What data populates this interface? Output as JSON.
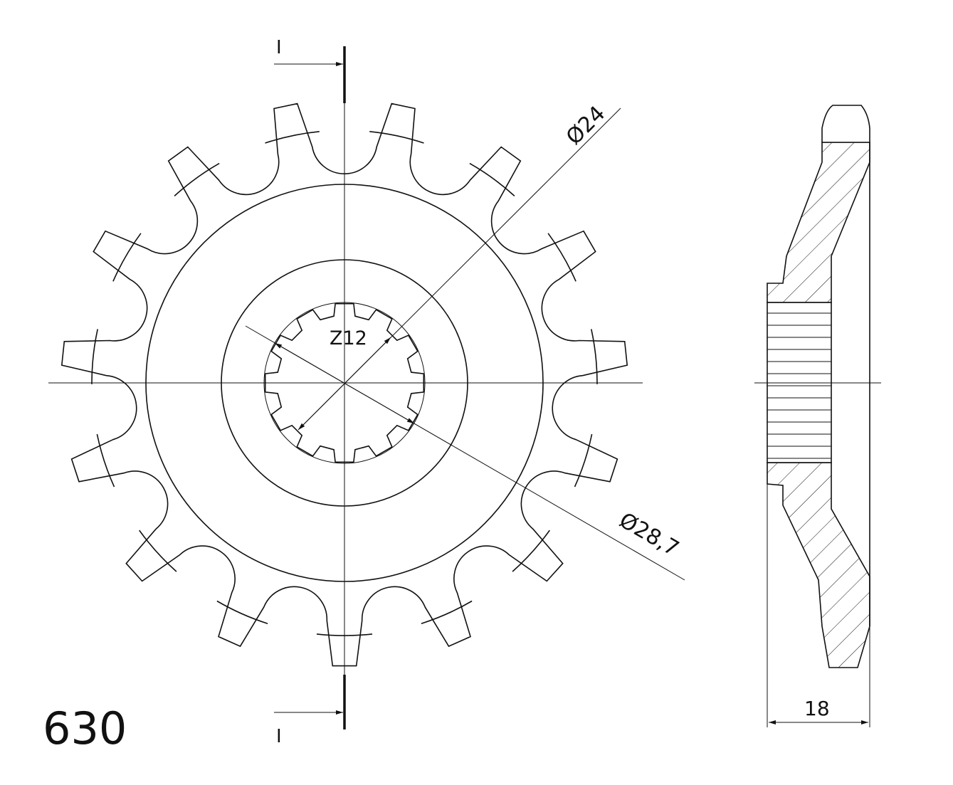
{
  "drawing": {
    "pitch_label": "630",
    "section_marker": "I",
    "sprocket_teeth": 15,
    "spline_label": "Z12",
    "spline_teeth": 12,
    "dim_inner_diameter": "Ø24",
    "dim_outer_spline_diameter": "Ø28,7",
    "dim_thickness": "18",
    "line_color": "#111111"
  }
}
